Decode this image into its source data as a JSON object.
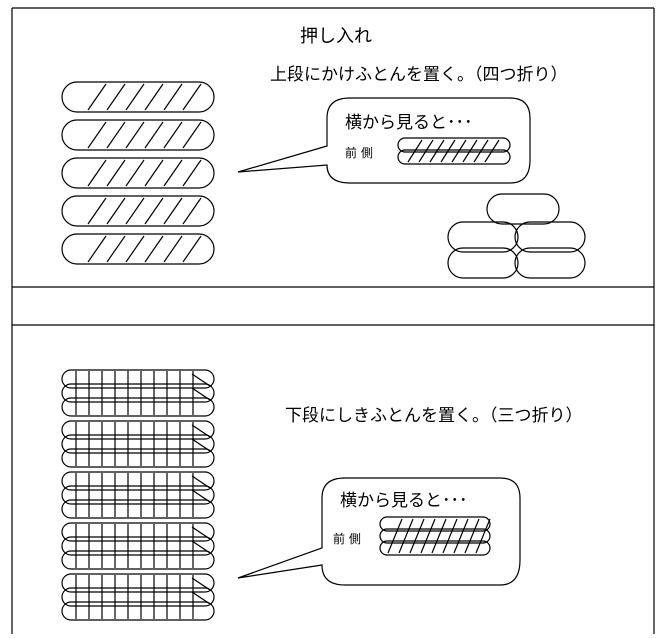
{
  "closet": {
    "title": "押し入れ",
    "upper_caption": "上段にかけふとんを置く。（四つ折り）",
    "lower_caption": "下段にしきふとんを置く。（三つ折り）",
    "side_view_label": "横から見ると･･･",
    "front_label": "前 側"
  }
}
